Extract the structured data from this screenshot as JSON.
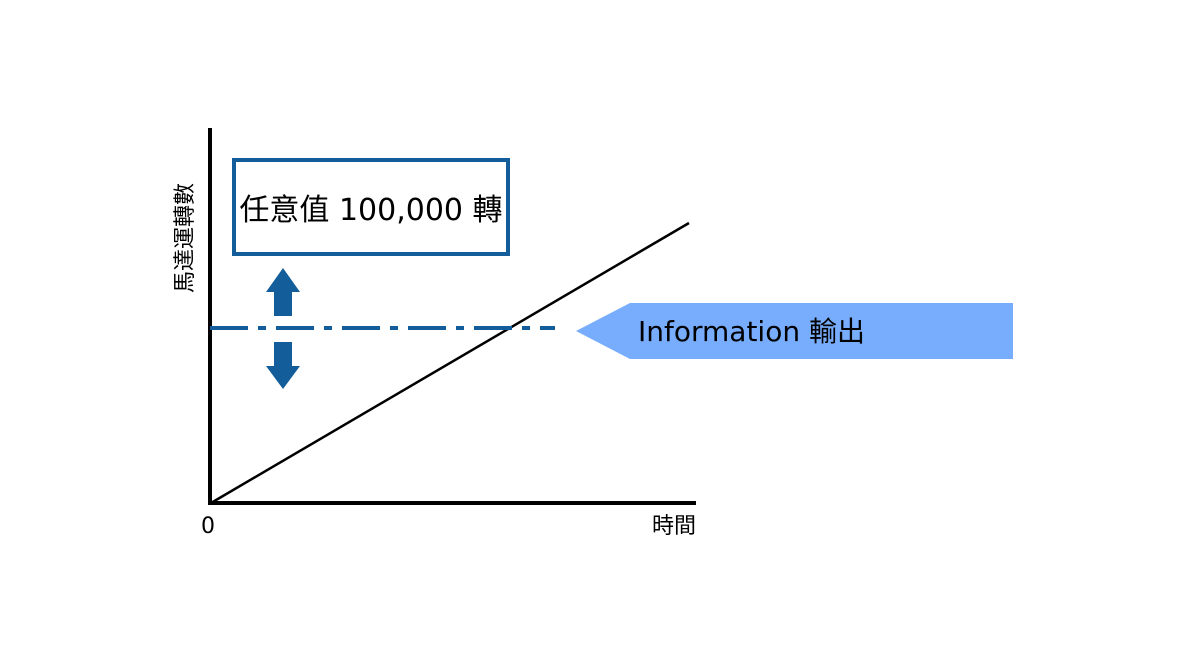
{
  "axes": {
    "y_label": "馬達運轉數",
    "x_label": "時間",
    "origin_label": "0"
  },
  "setpoint": {
    "label": "任意值 100,000 轉"
  },
  "output": {
    "label": "Information 輸出"
  },
  "icons": {
    "adjust": "up-down-arrows-icon"
  },
  "colors": {
    "setpoint_border": "#125d9a",
    "threshold_line": "#125d9a",
    "arrows": "#125d9a",
    "output_banner": "#77adfc",
    "axes": "#000000"
  }
}
